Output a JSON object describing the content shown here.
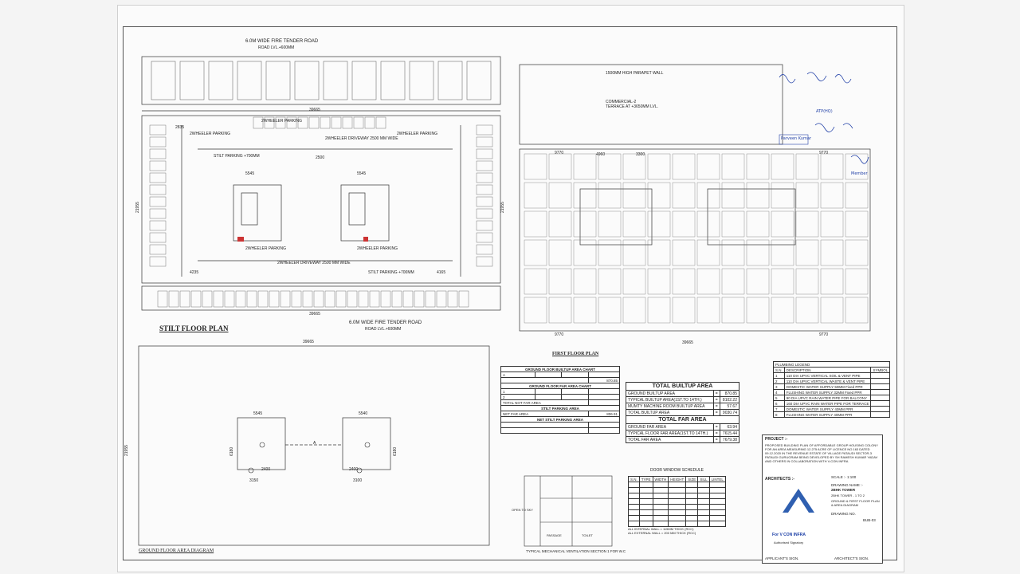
{
  "stilt": {
    "title": "STILT FLOOR PLAN",
    "road_top": "6.0M WIDE FIRE TENDER ROAD",
    "road_top_lvl": "ROAD LVL.+600MM",
    "road_bottom": "6.0M WIDE FIRE TENDER ROAD",
    "road_bottom_lvl": "ROAD LVL.+600MM",
    "width_dim": "39665",
    "width_dim_bottom": "39665",
    "depth_dim": "21955",
    "depth_dim_right": "21955",
    "parking_2w": "2WHEELER PARKING",
    "driveway_top": "2WHEELER DRIVEWAY 2500 MM WIDE",
    "driveway_bottom": "2WHEELER DRIVEWAY 2500 MM WIDE",
    "stilt_parking": "STILT PARKING +700MM",
    "dim_2835": "2835",
    "dim_5545": "5545",
    "dim_2500": "2500",
    "dim_4235": "4235",
    "dim_4165": "4165"
  },
  "first": {
    "title": "FIRST FLOOR PLAN",
    "parapet": "1500MM HIGH PARAPET WALL",
    "commercial": "COMMERCIAL-2",
    "terrace": "TERRACE AT +3650MM LVL.",
    "dim_9770": "9770",
    "dim_39665": "39665",
    "dim_4960": "4960",
    "dim_3300": "3300"
  },
  "ground_area": {
    "title": "GROUND FLOOR AREA DIAGRAM",
    "dim_39665": "39665",
    "dim_21955": "21955",
    "dim_5545": "5545",
    "dim_5540": "5540",
    "dim_6180": "6180",
    "dim_3150": "3150",
    "dim_3100": "3100",
    "dim_2400": "2400",
    "label_a": "A"
  },
  "gf_builtup_chart": {
    "title": "GROUND FLOOR BUILTUP AREA CHART",
    "far_title": "GROUND FLOOR FAR AREA CHART",
    "total_not_far": "TOTAL NOT FAR AREA",
    "net_far": "NET FAR AREA",
    "net_far_value": "806.91",
    "total_value": "870.85",
    "stilt_parking_area": "STILT PARKING AREA",
    "net_stilt": "NET STILT PARKING AREA"
  },
  "total_builtup": {
    "title": "TOTAL BUILTUP AREA",
    "rows": [
      {
        "label": "GROUND BUILTUP AREA",
        "value": "870.85"
      },
      {
        "label": "TYPICAL BUILTUP AREA(1ST.TO 14TH.)",
        "value": "8102.22"
      },
      {
        "label": "MUMTY MACHINE ROOM BUILTUP AREA",
        "value": "57.67"
      },
      {
        "label": "TOTAL BUILTUP AREA",
        "value": "9030.74"
      }
    ],
    "far_title": "TOTAL FAR AREA",
    "far_rows": [
      {
        "label": "GROUND FAR AREA",
        "value": "63.94"
      },
      {
        "label": "TYPICAL FLOOR FAR AREA(1ST.TO 14TH.)",
        "value": "7615.44"
      },
      {
        "label": "TOTAL FAR AREA",
        "value": "7679.38"
      }
    ]
  },
  "legend": {
    "title": "PLUMBING LEGEND",
    "col_sn": "S.N.",
    "col_desc": "DESCRIPTION",
    "col_symbol": "SYMBOL",
    "rows": [
      {
        "n": "1",
        "text": "110 DIA UPVC VERTICAL SOIL & VENT PIPE",
        "cls": "red"
      },
      {
        "n": "2",
        "text": "110 DIA UPVC VERTICAL WASTE & VENT PIPE",
        "cls": "red"
      },
      {
        "n": "3",
        "text": "DOMESTIC WATER SUPPLY 50MM Fixed PPR",
        "cls": "grn"
      },
      {
        "n": "4",
        "text": "FLUSHING WATER SUPPLY 32MM Fixed PPR",
        "cls": "grn"
      },
      {
        "n": "5",
        "text": "90 DIA UPVC RAIN WATER PIPE FOR BALCONY",
        "cls": ""
      },
      {
        "n": "6",
        "text": "160 DIA UPVC RAIN WATER PIPE FOR TERRACE",
        "cls": ""
      },
      {
        "n": "7",
        "text": "DOMESTIC WATER SUPPLY 40MM PPR",
        "cls": "grn"
      },
      {
        "n": "8",
        "text": "FLUSHING WATER SUPPLY 40MM PPR",
        "cls": "grn"
      }
    ]
  },
  "door_schedule": {
    "title": "DOOR WINDOW SCHEDULE",
    "headers": [
      "S.N.",
      "TYPE",
      "WIDTH",
      "HEIGHT",
      "SIZE",
      "SILL",
      "LINTEL"
    ],
    "note1": "ALL INTERNAL WALL = 115MM THICK (RCC)",
    "note2": "ALL EXTERNAL WALL = 200 MM THICK (RCC)"
  },
  "ventilation": {
    "caption": "TYPICAL MECHANICAL VENTILATION SECTION 1 FOR W.C",
    "open_to_sky": "OPEN TO SKY",
    "passage": "PASSAGE",
    "toilet": "TOILET"
  },
  "title_block": {
    "project_label": "PROJECT :-",
    "project_text": "PROPOSED BUILDING PLAN OF AFFORDABLE GROUP HOUSING COLONY FOR AN AREA MEASURING 12.275 ACRE OF LICENCE NO.163 DATED 09.12.2020 IN THE REVENUE ESTATE OF VILLAGE PATAUDI SECTOR-3 PATAUDI GURUGRAM BEING DEVELOPED BY SH RAMESH KUMAR YADAV AND OTHERS IN COLLABORATION WITH V-CON INFRA",
    "architects": "ARCHITECTS :-",
    "scale": "SCALE :- 1:100",
    "drawing_name_label": "DRAWING NAME :-",
    "drawing_name": "2BHK TOWER",
    "tower": "2BHK TOWER - 1 TO 2",
    "drawing_desc": "GROUND & FIRST FLOOR PLAN & AREA DIAGRAM",
    "drawing_no_label": "DRAWING NO.",
    "drawing_no": "BUB-03",
    "firm": "For V CON INFRA",
    "auth": "Authorised Signatory",
    "applicant_sign": "APPLICANT'S SIGN.",
    "architect_sign": "ARCHITECT'S SIGN."
  },
  "stamps": {
    "pawan": "Parveen Kumar",
    "atp": "ATP(HQ)",
    "member": "Member"
  }
}
